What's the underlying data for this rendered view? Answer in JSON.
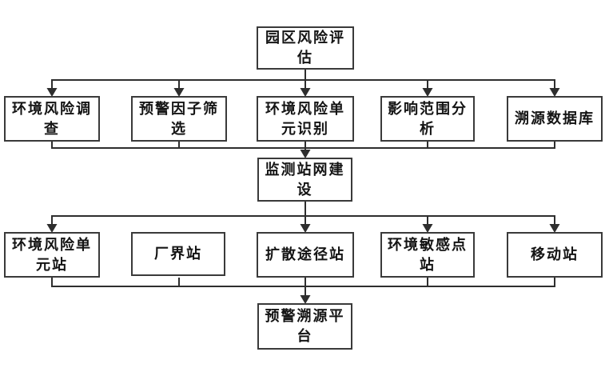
{
  "colors": {
    "line": "#2e2e2e",
    "box_border": "#3a3a3a",
    "text": "#141414",
    "background": "#ffffff"
  },
  "nodes": {
    "top": {
      "label": "园区风险评\n估"
    },
    "row2": [
      {
        "id": "env-risk-survey",
        "label": "环境风险调\n查"
      },
      {
        "id": "warning-factor-screening",
        "label": "预警因子筛\n选"
      },
      {
        "id": "env-risk-unit-identification",
        "label": "环境风险单\n元识别"
      },
      {
        "id": "impact-scope-analysis",
        "label": "影响范围分\n析"
      },
      {
        "id": "traceability-database",
        "label": "溯源数据库"
      }
    ],
    "middle": {
      "label": "监测站网建\n设"
    },
    "row4": [
      {
        "id": "env-risk-unit-station",
        "label": "环境风险单\n元站"
      },
      {
        "id": "factory-boundary-station",
        "label": "厂界站"
      },
      {
        "id": "diffusion-path-station",
        "label": "扩散途径站"
      },
      {
        "id": "env-sensitive-point-station",
        "label": "环境敏感点\n站"
      },
      {
        "id": "mobile-station",
        "label": "移动站"
      }
    ],
    "bottom": {
      "label": "预警溯源平\n台"
    }
  },
  "edges": [
    {
      "from": "园区风险评估",
      "to": "环境风险调查",
      "arrowhead": true
    },
    {
      "from": "园区风险评估",
      "to": "预警因子筛选",
      "arrowhead": true
    },
    {
      "from": "园区风险评估",
      "to": "环境风险单元识别",
      "arrowhead": true
    },
    {
      "from": "园区风险评估",
      "to": "影响范围分析",
      "arrowhead": true
    },
    {
      "from": "园区风险评估",
      "to": "溯源数据库",
      "arrowhead": true
    },
    {
      "from": "环境风险调查",
      "to": "监测站网建设",
      "arrowhead": true
    },
    {
      "from": "预警因子筛选",
      "to": "监测站网建设",
      "arrowhead": true
    },
    {
      "from": "环境风险单元识别",
      "to": "监测站网建设",
      "arrowhead": true
    },
    {
      "from": "影响范围分析",
      "to": "监测站网建设",
      "arrowhead": true
    },
    {
      "from": "溯源数据库",
      "to": "监测站网建设",
      "arrowhead": true
    },
    {
      "from": "监测站网建设",
      "to": "环境风险单元站",
      "arrowhead": true
    },
    {
      "from": "监测站网建设",
      "to": "厂界站",
      "arrowhead": false
    },
    {
      "from": "监测站网建设",
      "to": "扩散途径站",
      "arrowhead": true
    },
    {
      "from": "监测站网建设",
      "to": "环境敏感点站",
      "arrowhead": true
    },
    {
      "from": "监测站网建设",
      "to": "移动站",
      "arrowhead": true
    },
    {
      "from": "环境风险单元站",
      "to": "预警溯源平台",
      "arrowhead": true
    },
    {
      "from": "厂界站",
      "to": "预警溯源平台",
      "arrowhead": true
    },
    {
      "from": "扩散途径站",
      "to": "预警溯源平台",
      "arrowhead": true
    },
    {
      "from": "环境敏感点站",
      "to": "预警溯源平台",
      "arrowhead": true
    },
    {
      "from": "移动站",
      "to": "预警溯源平台",
      "arrowhead": true
    }
  ]
}
